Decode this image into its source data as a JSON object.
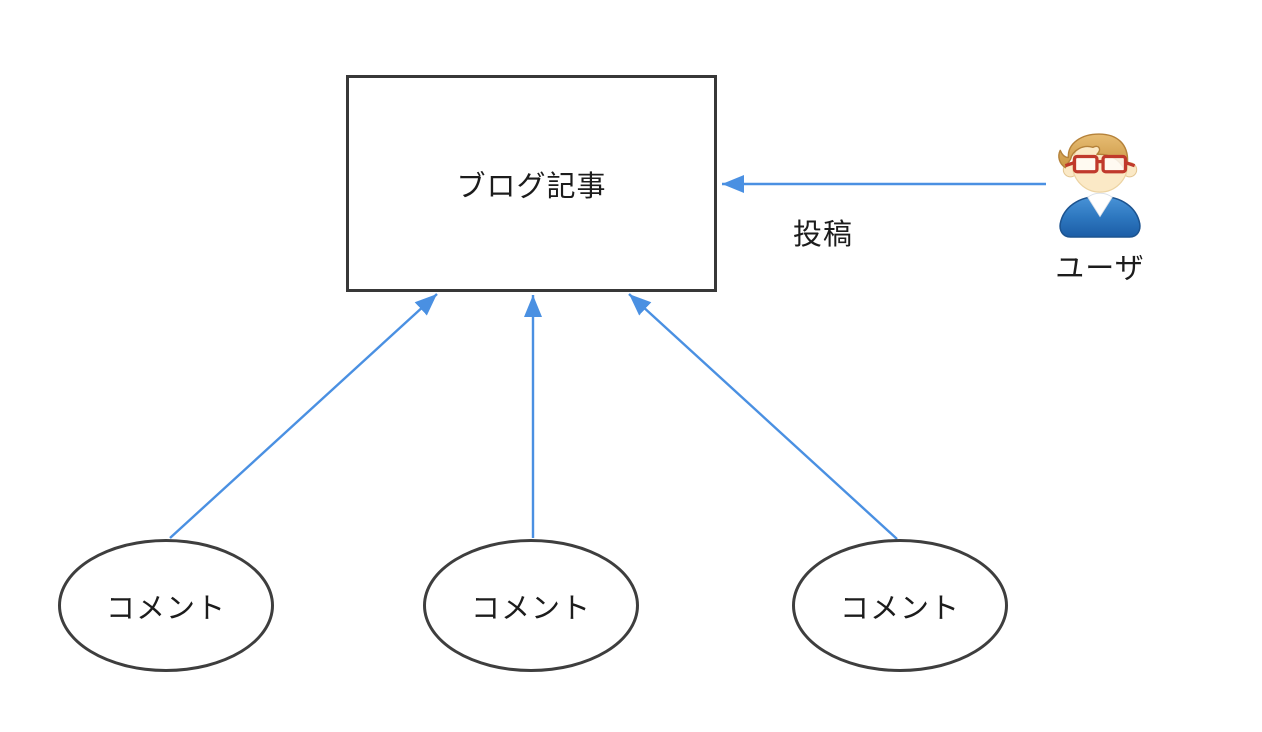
{
  "canvas": {
    "background": "#ffffff"
  },
  "colors": {
    "arrow_blue": "#4A90E2",
    "rect_border": "#383838",
    "ellipse_border": "#3E3E3E",
    "text": "#1C1C1C"
  },
  "nodes": {
    "blog_post": {
      "label": "ブログ記事",
      "shape": "rectangle"
    },
    "comments": [
      {
        "label": "コメント",
        "shape": "ellipse"
      },
      {
        "label": "コメント",
        "shape": "ellipse"
      },
      {
        "label": "コメント",
        "shape": "ellipse"
      }
    ],
    "user": {
      "label": "ユーザ",
      "icon": "user-person-icon"
    }
  },
  "edges": {
    "user_to_blog": {
      "label": "投稿",
      "from": "user",
      "to": "blog_post"
    },
    "comments_to_blog_count": 3
  }
}
